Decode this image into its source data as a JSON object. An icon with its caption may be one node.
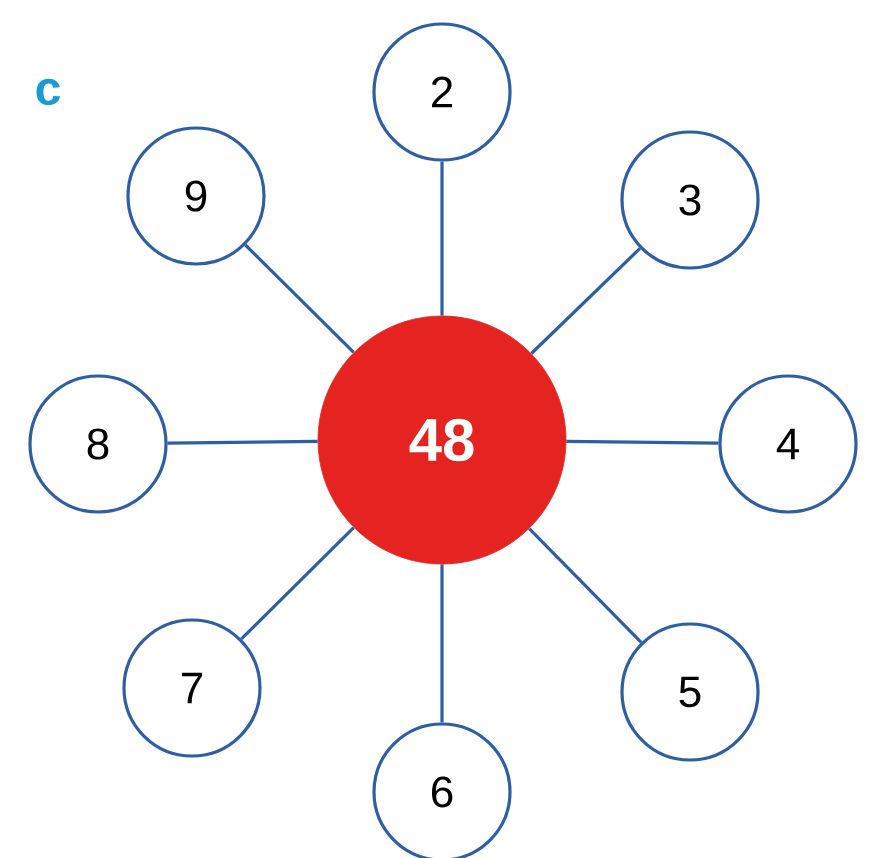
{
  "diagram": {
    "nodes": [
      {
        "text": [
          "48"
        ]
      },
      {
        "text": [
          "2"
        ]
      },
      {
        "text": [
          "3"
        ]
      },
      {
        "text": [
          "4"
        ]
      },
      {
        "text": [
          "5"
        ]
      },
      {
        "text": [
          "6"
        ]
      },
      {
        "text": [
          "7"
        ]
      },
      {
        "text": [
          "8"
        ]
      },
      {
        "text": [
          "9"
        ]
      }
    ],
    "edges": [
      {
        "from": 0,
        "to": 1,
        "arrow": "none"
      },
      {
        "from": 0,
        "to": 2,
        "arrow": "none"
      },
      {
        "from": 0,
        "to": 3,
        "arrow": "none"
      },
      {
        "from": 0,
        "to": 4,
        "arrow": "none"
      },
      {
        "from": 0,
        "to": 5,
        "arrow": "none"
      },
      {
        "from": 0,
        "to": 6,
        "arrow": "none"
      },
      {
        "from": 0,
        "to": 7,
        "arrow": "none"
      },
      {
        "from": 0,
        "to": 8,
        "arrow": "none"
      }
    ],
    "labels": [
      "c"
    ]
  }
}
